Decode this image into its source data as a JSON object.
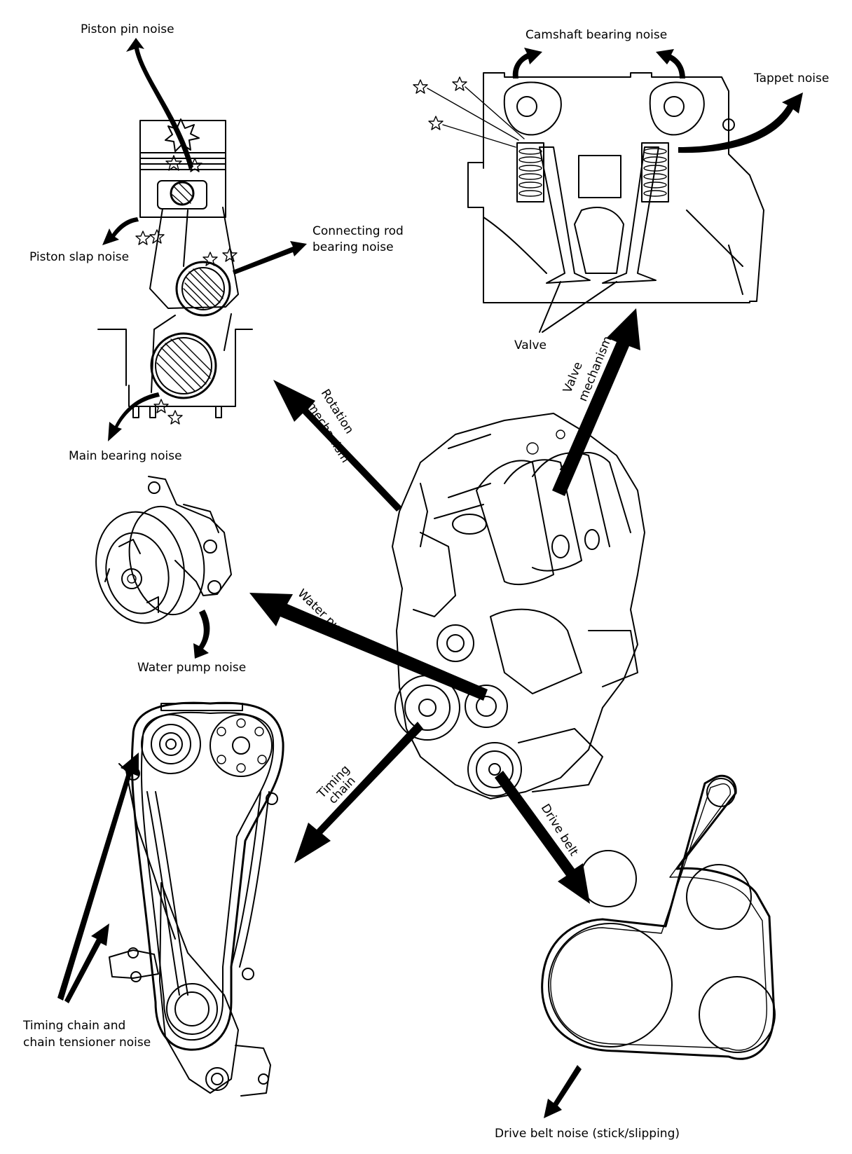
{
  "labels": {
    "piston_pin_noise": "Piston pin noise",
    "piston_slap_noise": "Piston slap noise",
    "connecting_rod_line1": "Connecting rod",
    "connecting_rod_line2": "bearing noise",
    "main_bearing_noise": "Main bearing noise",
    "camshaft_bearing_noise": "Camshaft bearing noise",
    "tappet_noise": "Tappet noise",
    "valve": "Valve",
    "water_pump_noise": "Water pump noise",
    "timing_chain_line1": "Timing chain and",
    "timing_chain_line2": "chain tensioner noise",
    "drive_belt_noise": "Drive belt noise (stick/slipping)"
  },
  "arrow_labels": {
    "rotation_line1": "Rotation",
    "rotation_line2": "mechanism",
    "valve_mech_line1": "Valve",
    "valve_mech_line2": "mechanism",
    "water_pump": "Water pump",
    "timing_line1": "Timing",
    "timing_line2": "chain",
    "drive_belt": "Drive belt"
  },
  "colors": {
    "ink": "#000000",
    "paper": "#ffffff"
  }
}
